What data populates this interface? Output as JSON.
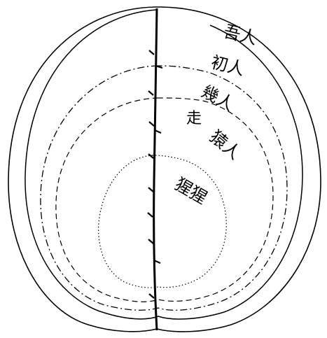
{
  "labels": {
    "wuren": "吾人",
    "churen": "初人",
    "jiren": "幾人",
    "zou": "走",
    "yuanren": "猿人",
    "xingxing": "猩猩"
  },
  "colors": {
    "ink": "#000000",
    "paper": "#ffffff"
  }
}
